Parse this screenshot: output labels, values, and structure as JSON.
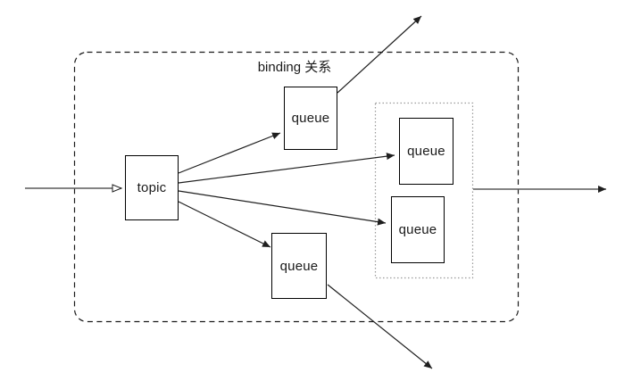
{
  "diagram": {
    "scope_label": "binding 关系",
    "nodes": [
      {
        "id": "topic",
        "label": "topic",
        "type": "exchange"
      },
      {
        "id": "queue-top",
        "label": "queue",
        "type": "queue"
      },
      {
        "id": "queue-group-upper",
        "label": "queue",
        "type": "queue",
        "group": "dotted-queue-group"
      },
      {
        "id": "queue-group-lower",
        "label": "queue",
        "type": "queue",
        "group": "dotted-queue-group"
      },
      {
        "id": "queue-bottom",
        "label": "queue",
        "type": "queue"
      }
    ],
    "edges": [
      {
        "from": "external-input",
        "to": "topic",
        "head": "open"
      },
      {
        "from": "topic",
        "to": "queue-top",
        "head": "filled"
      },
      {
        "from": "topic",
        "to": "queue-group-upper",
        "head": "filled"
      },
      {
        "from": "topic",
        "to": "queue-group-lower",
        "head": "filled"
      },
      {
        "from": "topic",
        "to": "queue-bottom",
        "head": "filled"
      },
      {
        "from": "queue-top",
        "to": "external-top-right",
        "head": "filled"
      },
      {
        "from": "dotted-queue-group",
        "to": "external-right",
        "head": "filled"
      },
      {
        "from": "queue-bottom",
        "to": "external-bottom-right",
        "head": "filled"
      }
    ],
    "colors": {
      "background": "#ffffff",
      "line": "#1f1f1f",
      "box_border": "#000000",
      "box_fill": "#ffffff",
      "dashed_scope_border": "#1a1a1a",
      "dotted_group_border": "#9a9a9a"
    }
  }
}
